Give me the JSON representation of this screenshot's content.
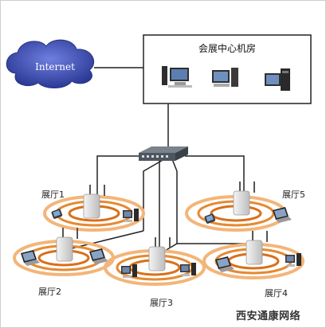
{
  "diagram": {
    "internet_label": "Internet",
    "server_room_label": "会展中心机房",
    "halls": [
      {
        "label": "展厅1"
      },
      {
        "label": "展厅2"
      },
      {
        "label": "展厅3"
      },
      {
        "label": "展厅4"
      },
      {
        "label": "展厅5"
      }
    ],
    "watermark": "西安通康网络"
  },
  "colors": {
    "cloud": "#3e4fb0",
    "ring": "#e07d20",
    "line": "#222222",
    "switch": "#4d5560"
  }
}
